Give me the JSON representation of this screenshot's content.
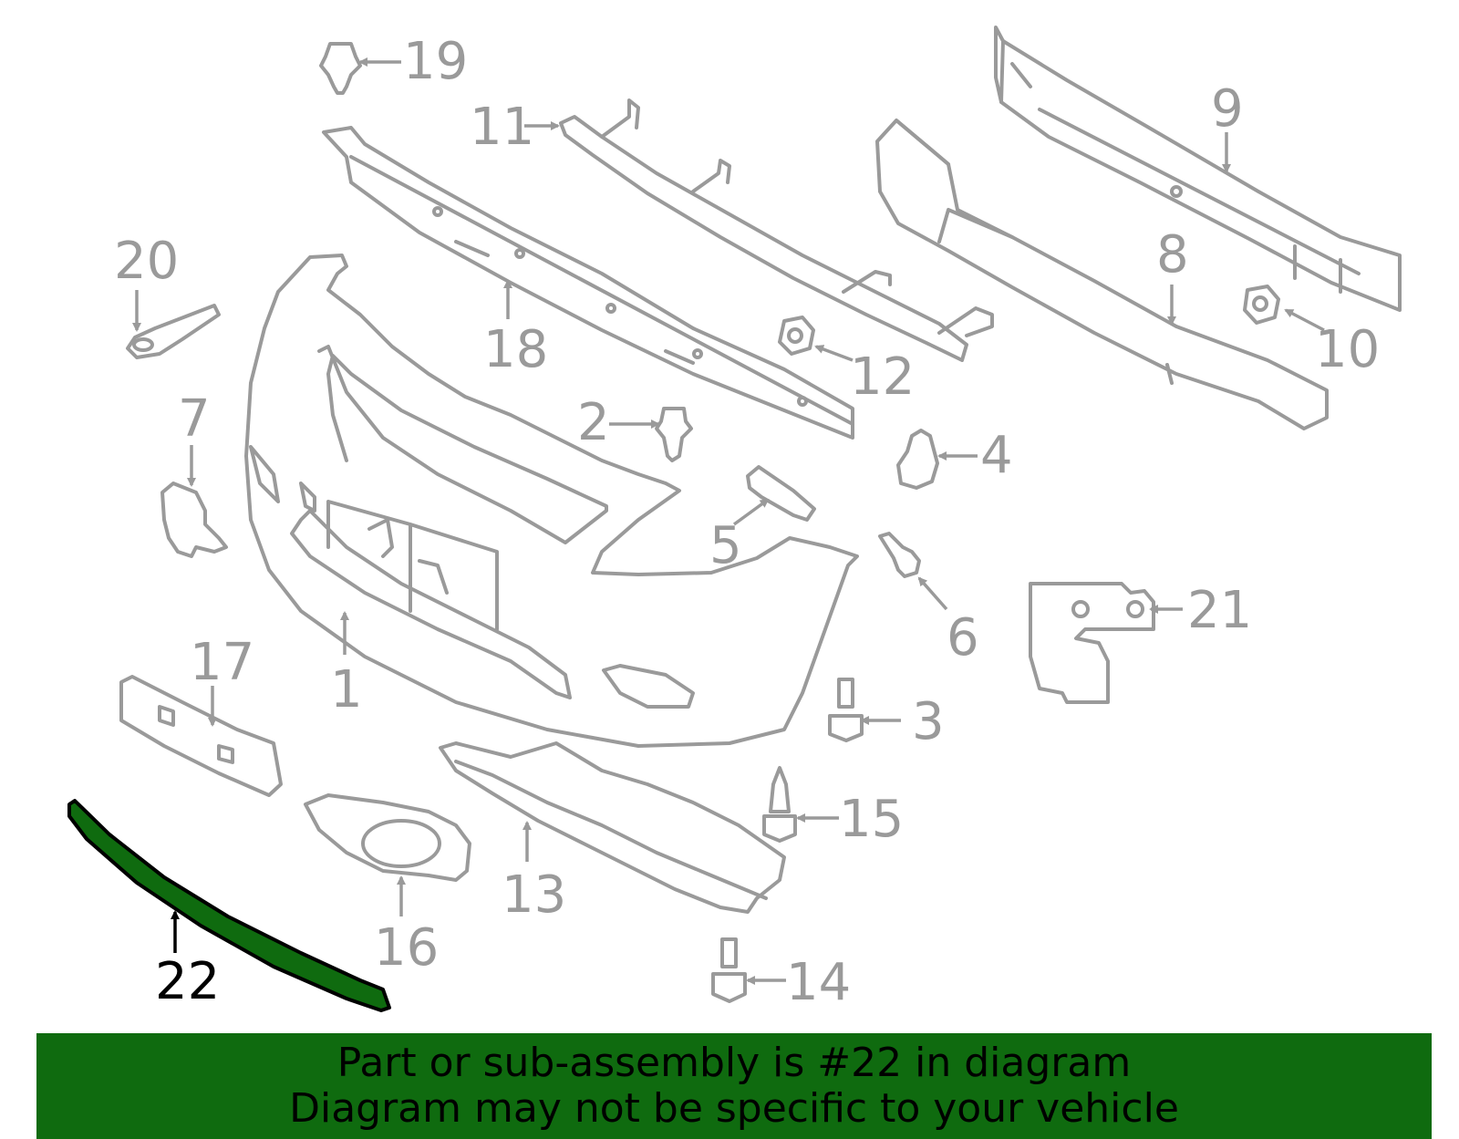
{
  "highlight_color": "#0f6b0f",
  "labels": {
    "l1": "1",
    "l2": "2",
    "l3": "3",
    "l4": "4",
    "l5": "5",
    "l6": "6",
    "l7": "7",
    "l8": "8",
    "l9": "9",
    "l10": "10",
    "l11": "11",
    "l12": "12",
    "l13": "13",
    "l14": "14",
    "l15": "15",
    "l16": "16",
    "l17": "17",
    "l18": "18",
    "l19": "19",
    "l20": "20",
    "l21": "21",
    "l22": "22"
  },
  "banner": {
    "line1": "Part or sub-assembly is #22 in diagram",
    "line2": "Diagram may not be specific to your vehicle"
  }
}
